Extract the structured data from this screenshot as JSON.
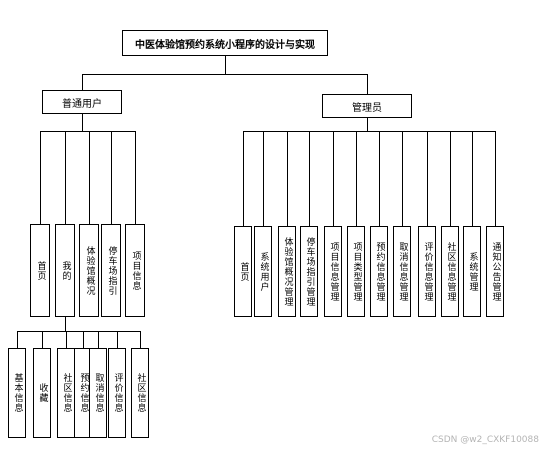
{
  "title": "中医体验馆预约系统小程序的设计与实现",
  "user_branch": {
    "label": "普通用户",
    "modules": [
      "首页",
      "我的",
      "体验馆概况",
      "停车场指引",
      "项目信息"
    ],
    "mine_children": [
      "基本信息",
      "收藏",
      "社区信息",
      "预约信息",
      "取消信息",
      "评价信息",
      "社区信息"
    ]
  },
  "admin_branch": {
    "label": "管理员",
    "modules": [
      "首页",
      "系统用户",
      "体验馆概况管理",
      "停车场指引管理",
      "项目信息管理",
      "项目类型管理",
      "预约信息管理",
      "取消信息管理",
      "评价信息管理",
      "社区信息管理",
      "系统管理",
      "通知公告管理"
    ]
  },
  "watermark": "CSDN @w2_CXKF10088"
}
